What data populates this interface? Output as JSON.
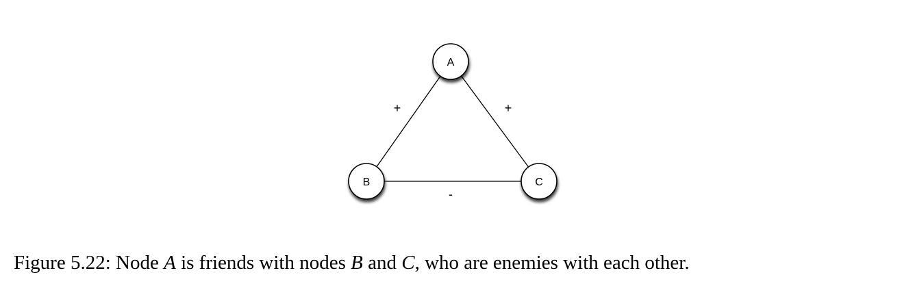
{
  "diagram": {
    "nodes": [
      {
        "id": "A",
        "label": "A"
      },
      {
        "id": "B",
        "label": "B"
      },
      {
        "id": "C",
        "label": "C"
      }
    ],
    "edges": [
      {
        "from": "A",
        "to": "B",
        "sign": "+"
      },
      {
        "from": "A",
        "to": "C",
        "sign": "+"
      },
      {
        "from": "B",
        "to": "C",
        "sign": "-"
      }
    ]
  },
  "caption": {
    "prefix": "Figure 5.22: Node ",
    "node_a": "A",
    "text1": " is friends with nodes ",
    "node_b": "B",
    "text2": " and ",
    "node_c": "C",
    "text3": ", who are enemies with each other."
  }
}
